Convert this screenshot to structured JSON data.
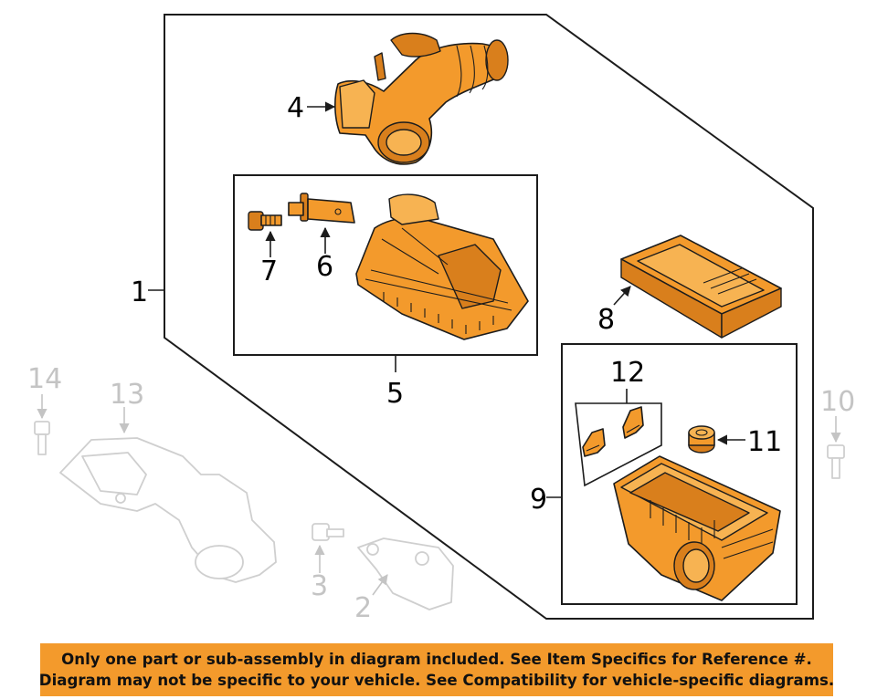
{
  "colors": {
    "part_fill": "#f39a2c",
    "banner": "#f39a2c",
    "ghost_outline": "#cfcfcf"
  },
  "callouts": {
    "c1": "1",
    "c2": "2",
    "c3": "3",
    "c4": "4",
    "c5": "5",
    "c6": "6",
    "c7": "7",
    "c8": "8",
    "c9": "9",
    "c10": "10",
    "c11": "11",
    "c12": "12",
    "c13": "13",
    "c14": "14"
  },
  "footer": {
    "line1": "Only one part or sub-assembly in diagram included. See Item Specifics for Reference #.",
    "line2": "Diagram may not be specific to your vehicle. See Compatibility for vehicle-specific diagrams."
  }
}
